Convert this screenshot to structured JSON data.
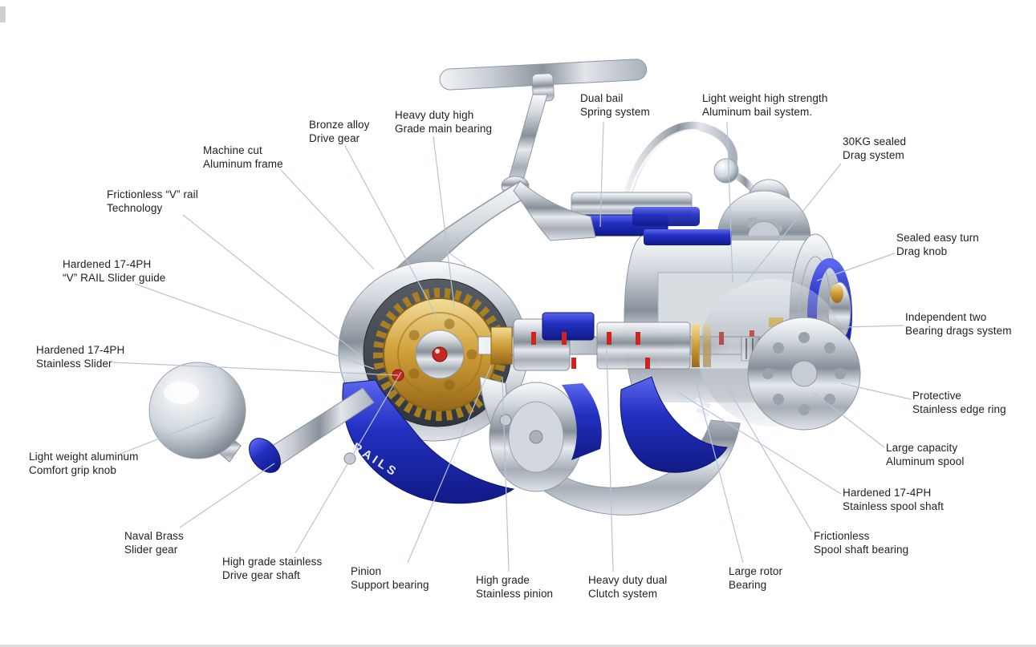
{
  "figure": {
    "type": "labeled-diagram",
    "subject": "Spinning fishing reel cutaway illustration",
    "product_text": "RAILS"
  },
  "colors": {
    "leader_line": "#b5c4d6",
    "label_text": "#1f1f1f",
    "accent_blue": "#2230c0",
    "gear_gold": "#cf9c36",
    "seal_red": "#c4281f",
    "chrome": "#c8cfd6"
  },
  "callouts": [
    {
      "id": "dual-bail-spring",
      "lines": [
        "Dual bail",
        "Spring system"
      ]
    },
    {
      "id": "aluminum-bail-system",
      "lines": [
        "Light weight high strength",
        "Aluminum  bail system."
      ]
    },
    {
      "id": "drag-system",
      "lines": [
        "30KG sealed",
        "Drag system"
      ]
    },
    {
      "id": "main-bearing",
      "lines": [
        "Heavy duty high",
        "Grade main bearing"
      ]
    },
    {
      "id": "drive-gear",
      "lines": [
        "Bronze alloy",
        "Drive gear"
      ]
    },
    {
      "id": "aluminum-frame",
      "lines": [
        "Machine cut",
        "Aluminum frame"
      ]
    },
    {
      "id": "v-rail-technology",
      "lines": [
        "Frictionless “V” rail",
        "Technology"
      ]
    },
    {
      "id": "drag-knob",
      "lines": [
        "Sealed easy turn",
        "Drag knob"
      ]
    },
    {
      "id": "v-rail-slider-guide",
      "lines": [
        "Hardened 17-4PH",
        "“V” RAIL Slider guide"
      ]
    },
    {
      "id": "bearing-drags-system",
      "lines": [
        "Independent two",
        "Bearing drags system"
      ]
    },
    {
      "id": "stainless-slider",
      "lines": [
        "Hardened 17-4PH",
        "Stainless Slider"
      ]
    },
    {
      "id": "edge-ring",
      "lines": [
        "Protective",
        "Stainless edge ring"
      ]
    },
    {
      "id": "aluminum-spool",
      "lines": [
        "Large capacity",
        "Aluminum spool"
      ]
    },
    {
      "id": "grip-knob",
      "lines": [
        "Light weight aluminum",
        "Comfort grip knob"
      ]
    },
    {
      "id": "spool-shaft",
      "lines": [
        "Hardened 17-4PH",
        "Stainless spool shaft"
      ]
    },
    {
      "id": "spool-shaft-bearing",
      "lines": [
        "Frictionless",
        "Spool shaft bearing"
      ]
    },
    {
      "id": "slider-gear",
      "lines": [
        "Naval Brass",
        "Slider gear"
      ]
    },
    {
      "id": "drive-gear-shaft",
      "lines": [
        "High grade stainless",
        "Drive gear shaft"
      ]
    },
    {
      "id": "pinion-support-bearing",
      "lines": [
        "Pinion",
        "Support bearing"
      ]
    },
    {
      "id": "stainless-pinion",
      "lines": [
        "High grade",
        "Stainless pinion"
      ]
    },
    {
      "id": "clutch-system",
      "lines": [
        "Heavy duty dual",
        "Clutch system"
      ]
    },
    {
      "id": "rotor-bearing",
      "lines": [
        "Large rotor",
        "Bearing"
      ]
    }
  ]
}
